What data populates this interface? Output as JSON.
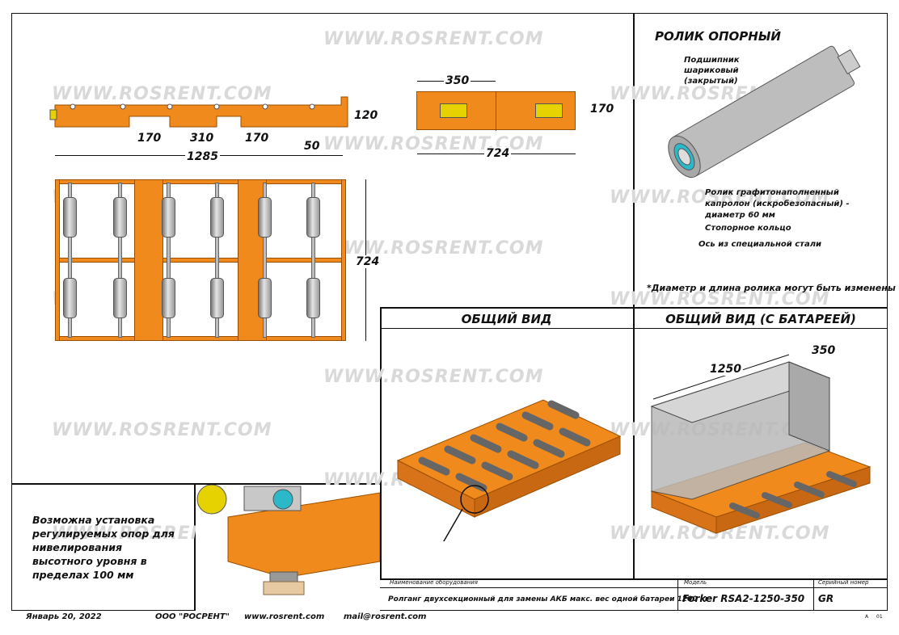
{
  "watermark": "WWW.ROSRENT.COM",
  "dims_side": {
    "d170a": "170",
    "d310": "310",
    "d170b": "170",
    "d50": "50",
    "d120": "120",
    "d1285": "1285"
  },
  "dims_end": {
    "d350": "350",
    "d170": "170",
    "d724": "724"
  },
  "dims_top": {
    "d724": "724"
  },
  "roller_detail": {
    "title": "РОЛИК ОПОРНЫЙ",
    "bearing_label": "Подшипник шариковый (закрытый)",
    "roller_label": "Ролик графитонаполненный капролон (искробезопасный) - диаметр 60 мм",
    "ring_label": "Стопорное кольцо",
    "axle_label": "Ось из специальной стали",
    "note": "*Диаметр и длина ролика могут быть изменены"
  },
  "views": {
    "general": "ОБЩИЙ ВИД",
    "with_battery": "ОБЩИЙ ВИД (С БАТАРЕЕЙ)",
    "battery_length": "1250",
    "battery_width": "350"
  },
  "support_note": "Возможна установка регулируемых опор для нивелирования высотного уровня в пределах 100 мм",
  "title_block": {
    "equipment_header": "Наименование оборудования",
    "equipment_value": "Ролганг двухсекционный для замены АКБ макс. вес одной батареи 1200 кг",
    "model_header": "Модель",
    "model_value": "Forker RSA2-1250-350",
    "serial_header": "Серийный номер",
    "serial_value": "GR",
    "sheet_a": "А",
    "sheet_of": "01"
  },
  "footer": {
    "date": "Январь 20, 2022",
    "company": "ООО \"РОСРЕНТ\"",
    "website": "www.rosrent.com",
    "email": "mail@rosrent.com"
  },
  "colors": {
    "frame": "#f08a1c",
    "outline": "#9a4f00",
    "roller": "#c8c8c8",
    "accent_ring": "#2bb8c8"
  }
}
